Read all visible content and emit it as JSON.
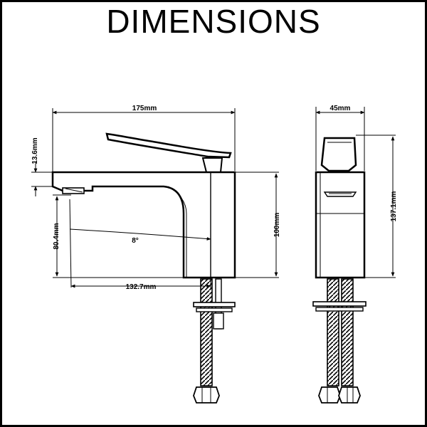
{
  "title": "DIMENSIONS",
  "dimensions": {
    "overall_width": "175mm",
    "lever_height": "13.6mm",
    "spout_height": "80.4mm",
    "angle": "8°",
    "body_height": "100mm",
    "spout_reach": "132.7mm",
    "side_width": "45mm",
    "overall_height": "137.1mm"
  },
  "colors": {
    "line": "#000000",
    "background": "#ffffff"
  }
}
